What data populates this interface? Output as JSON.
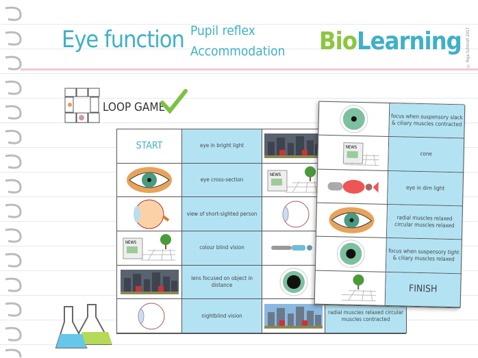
{
  "header": {
    "title": "Eye function",
    "subtitles": [
      "Pupil reflex",
      "Accommodation"
    ],
    "logo_text": "BioLearning",
    "copyright": "© Reja Schmidt 2017"
  },
  "game": {
    "label": "LOOP GAME",
    "check_icon": "checkmark-icon"
  },
  "back_card": {
    "rows": [
      {
        "image": "START",
        "text": "eye in bright light",
        "image2": "city-icon"
      },
      {
        "image": "eye-front-icon",
        "text": "eye cross-section",
        "image2": "newspaper-tree-icon"
      },
      {
        "image": "eye-section-icon",
        "text": "view of short-sighted person",
        "image2": "eye-outline-icon"
      },
      {
        "image": "newspaper-tree-icon",
        "text": "colour blind vision",
        "image2": "rod-cell-icon"
      },
      {
        "image": "city-icon",
        "text": "lens focused on object in distance",
        "image2": "pupil-large-icon"
      },
      {
        "image": "eye-outline-icon",
        "text": "nightblind vision",
        "image2": "city-color-icon",
        "text2": "radial muscles relaxed circular muscles contracted"
      }
    ]
  },
  "front_card": {
    "rows": [
      {
        "image": "pupil-small-icon",
        "text": "focus when suspensory slack & ciliary muscles contracted"
      },
      {
        "image": "newspaper-icon",
        "text": "cone"
      },
      {
        "image": "cone-cell-icon",
        "text": "eye in dim light"
      },
      {
        "image": "eye-front-icon",
        "text": "radial muscles relaxed circular muscles relaxed"
      },
      {
        "image": "pupil-medium-icon",
        "text": "focus when suspensory tight & ciliary muscles relaxed"
      },
      {
        "image": "tree-icon",
        "text": "FINISH"
      }
    ]
  },
  "colors": {
    "accent": "#3fb0c7",
    "card_blue": "#b3e3f3",
    "logo_green": "#8cc63f",
    "line_pink": "#f3c6d3"
  }
}
